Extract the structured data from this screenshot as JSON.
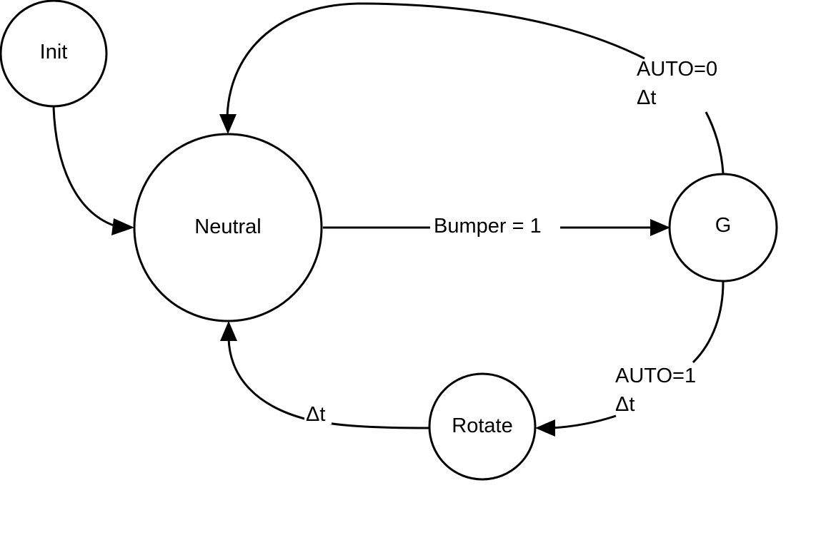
{
  "states": {
    "init": "Init",
    "neutral": "Neutral",
    "g": "G",
    "rotate": "Rotate"
  },
  "transitions": {
    "neutral_to_g": "Bumper = 1",
    "g_to_neutral": {
      "line1": "AUTO=0",
      "line2": "Δt"
    },
    "g_to_rotate": {
      "line1": "AUTO=1",
      "line2": "Δt"
    },
    "rotate_to_neutral": "Δt"
  },
  "colors": {
    "stroke": "#000000",
    "background": "#ffffff"
  }
}
